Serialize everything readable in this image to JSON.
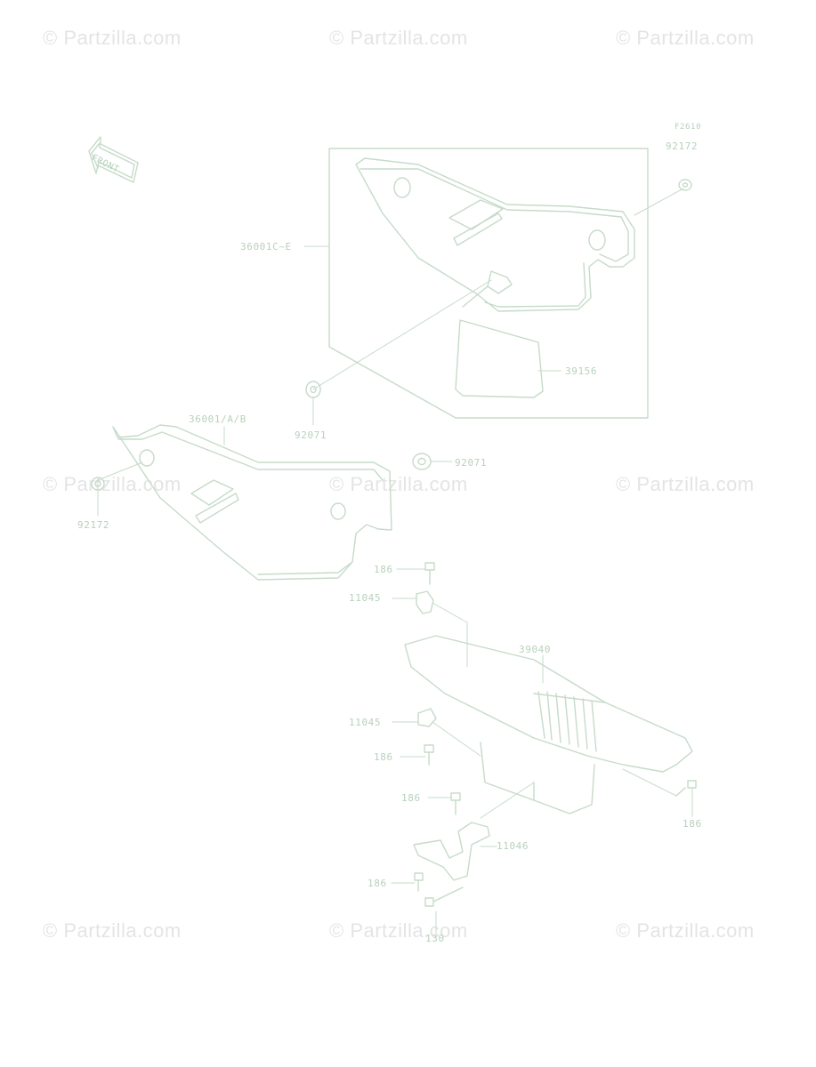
{
  "watermark": "© Partzilla.com",
  "figure_code": "F2610",
  "front_label": "FRONT",
  "colors": {
    "line": "#c6dbc9",
    "text": "#b8d1bc",
    "watermark": "#e4e4e4"
  },
  "callouts": {
    "c_92172_top": "92172",
    "c_36001c": "36001C~E",
    "c_39156": "39156",
    "c_92071_a": "92071",
    "c_36001ab": "36001/A/B",
    "c_92071_b": "92071",
    "c_92172_left": "92172",
    "c_186_a": "186",
    "c_11045_a": "11045",
    "c_39040": "39040",
    "c_11045_b": "11045",
    "c_186_b": "186",
    "c_186_c": "186",
    "c_186_right": "186",
    "c_11046": "11046",
    "c_186_d": "186",
    "c_130": "130"
  }
}
